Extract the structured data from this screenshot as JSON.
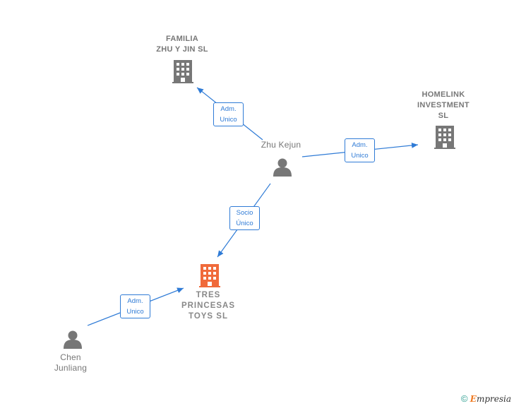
{
  "nodes": {
    "familia": {
      "label": "FAMILIA\nZHU Y JIN  SL",
      "color": "#777777"
    },
    "homelink": {
      "label": "HOMELINK\nINVESTMENT\nSL",
      "color": "#777777"
    },
    "tres": {
      "label": "TRES\nPRINCESAS\nTOYS  SL",
      "color": "#f06a3b"
    },
    "zhu": {
      "label": "Zhu Kejun"
    },
    "chen": {
      "label": "Chen\nJunliang"
    }
  },
  "edges": {
    "zhu_familia": "Adm.\nUnico",
    "zhu_homelink": "Adm.\nUnico",
    "zhu_tres": "Socio\nÚnico",
    "chen_tres": "Adm.\nUnico"
  },
  "colors": {
    "edge": "#2f7bd6",
    "person": "#777777"
  },
  "footer": {
    "copyright": "©",
    "brand_first": "E",
    "brand_rest": "mpresia"
  }
}
